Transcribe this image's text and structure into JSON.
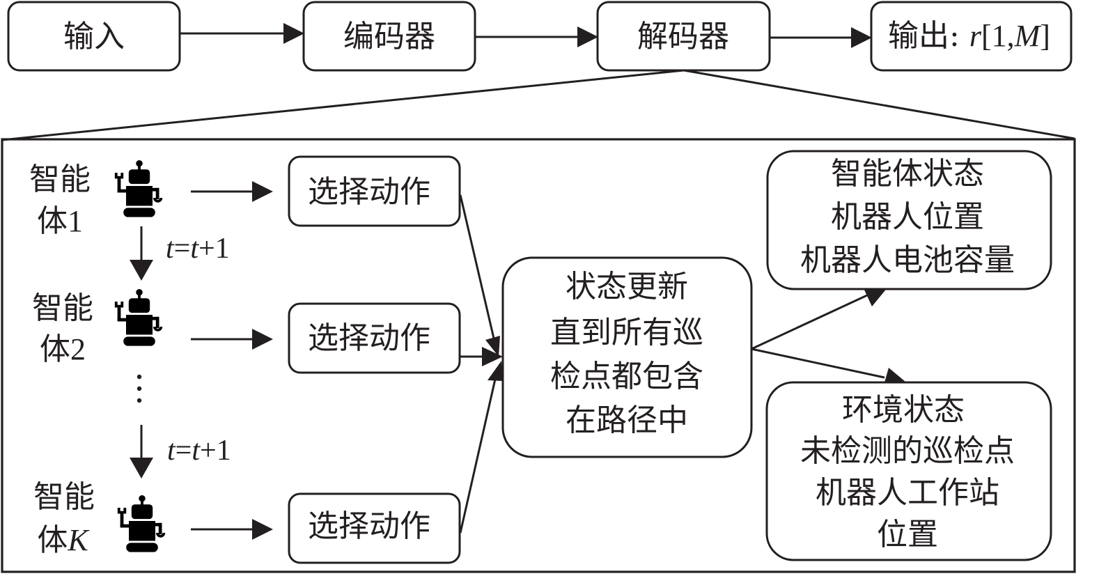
{
  "pipeline": {
    "input": "输入",
    "encoder": "编码器",
    "decoder": "解码器",
    "output_prefix": "输出: ",
    "output_var": "r",
    "output_open": "[1,",
    "output_M": "M",
    "output_close": "]"
  },
  "agents": [
    {
      "label_line1": "智能",
      "label_line2_cjk": "体",
      "label_line2_idx": "1",
      "idx_italic": false
    },
    {
      "label_line1": "智能",
      "label_line2_cjk": "体",
      "label_line2_idx": "2",
      "idx_italic": false
    },
    {
      "label_line1": "智能",
      "label_line2_cjk": "体",
      "label_line2_idx": "K",
      "idx_italic": true
    }
  ],
  "step_label": {
    "t1": "t",
    "eq": "=",
    "t2": "t",
    "plus": "+1"
  },
  "ellipsis": "⋮",
  "action_label": "选择动作",
  "update_box": {
    "lines": [
      "状态更新",
      "直到所有巡",
      "检点都包含",
      "在路径中"
    ]
  },
  "agent_state_box": {
    "lines": [
      "智能体状态",
      "机器人位置",
      "机器人电池容量"
    ]
  },
  "env_state_box": {
    "lines": [
      "环境状态",
      "未检测的巡检点",
      "机器人工作站",
      "位置"
    ]
  },
  "icons": {
    "agent": "robot-icon"
  }
}
